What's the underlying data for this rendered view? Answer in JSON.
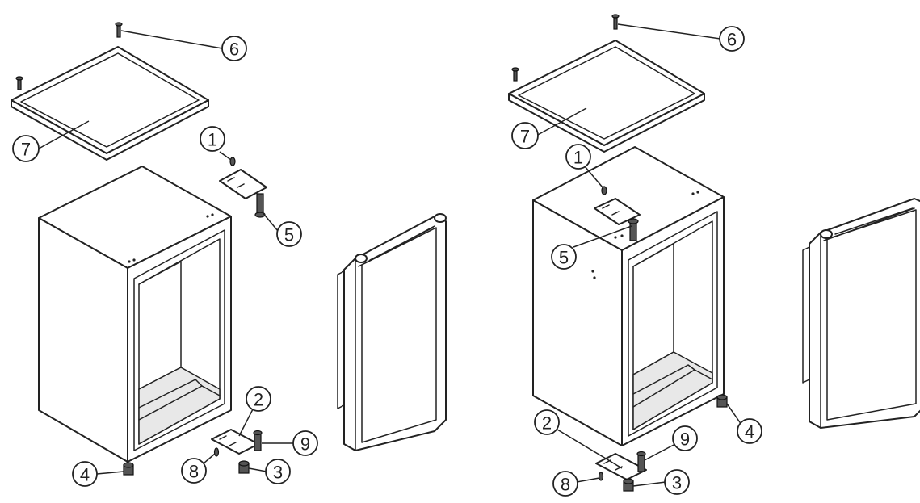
{
  "callouts": {
    "left": {
      "c1": "1",
      "c2": "2",
      "c3": "3",
      "c4": "4",
      "c5": "5",
      "c6": "6",
      "c7": "7",
      "c8": "8",
      "c9": "9"
    },
    "right": {
      "c1": "1",
      "c2": "2",
      "c3": "3",
      "c4": "4",
      "c5": "5",
      "c6": "6",
      "c7": "7",
      "c8": "8",
      "c9": "9"
    }
  }
}
